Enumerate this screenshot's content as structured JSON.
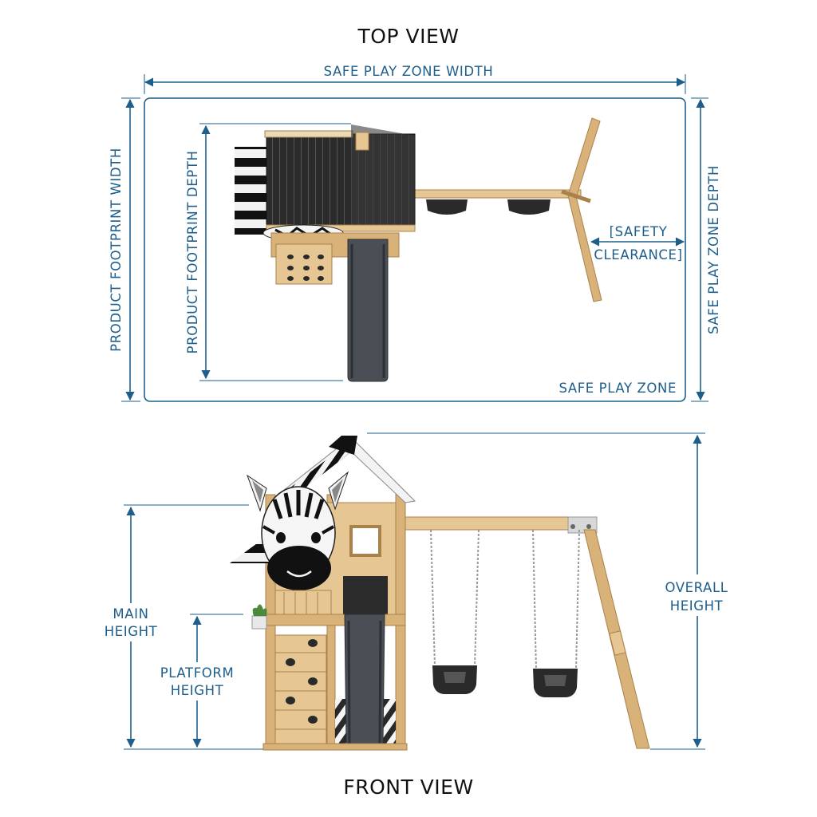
{
  "top_view": {
    "title": "TOP VIEW",
    "safe_play_zone_width": "SAFE PLAY ZONE WIDTH",
    "product_footprint_width": "PRODUCT FOOTPRINT WIDTH",
    "product_footprint_depth": "PRODUCT FOOTPRINT DEPTH",
    "safe_play_zone_depth": "SAFE PLAY ZONE DEPTH",
    "safety_clearance_line1": "[SAFETY",
    "safety_clearance_line2": "CLEARANCE]",
    "safe_play_zone": "SAFE PLAY ZONE"
  },
  "front_view": {
    "title": "FRONT VIEW",
    "main_height_line1": "MAIN",
    "main_height_line2": "HEIGHT",
    "platform_height_line1": "PLATFORM",
    "platform_height_line2": "HEIGHT",
    "overall_height_line1": "OVERALL",
    "overall_height_line2": "HEIGHT"
  },
  "colors": {
    "dimension_blue": "#1d5e8c",
    "wood": "#d9b27a",
    "roof_dark": "#2a2a2a",
    "slide_grey": "#4a4f55"
  }
}
